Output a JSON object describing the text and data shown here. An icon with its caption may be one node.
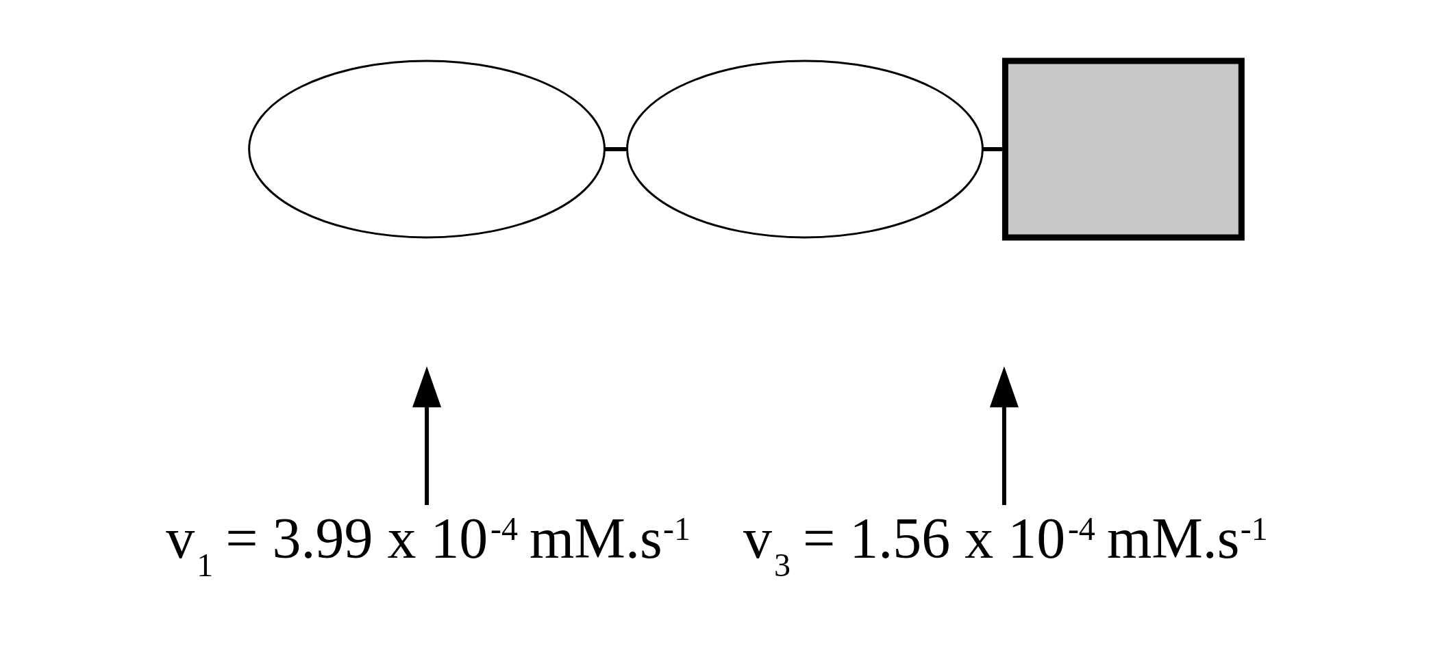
{
  "diagram": {
    "nodes": [
      {
        "text": [],
        "shape": "ellipse"
      },
      {
        "text": [],
        "shape": "ellipse"
      },
      {
        "text": [],
        "shape": "box"
      },
      {
        "text": [
          "v$_{1}$ = 3.99 x 10$^{-4}$ mM.s$^{-1}$"
        ]
      },
      {
        "text": [
          "v$_{3}$ = 1.56 x 10$^{-4}$ mM.s$^{-1}$"
        ]
      }
    ],
    "edges": [
      {
        "from": 0,
        "to": 1,
        "arrow": "none"
      },
      {
        "from": 1,
        "to": 2,
        "arrow": "none"
      },
      {
        "from": 3,
        "to": null,
        "arrow": "to"
      },
      {
        "from": 4,
        "to": null,
        "arrow": "to"
      }
    ]
  }
}
